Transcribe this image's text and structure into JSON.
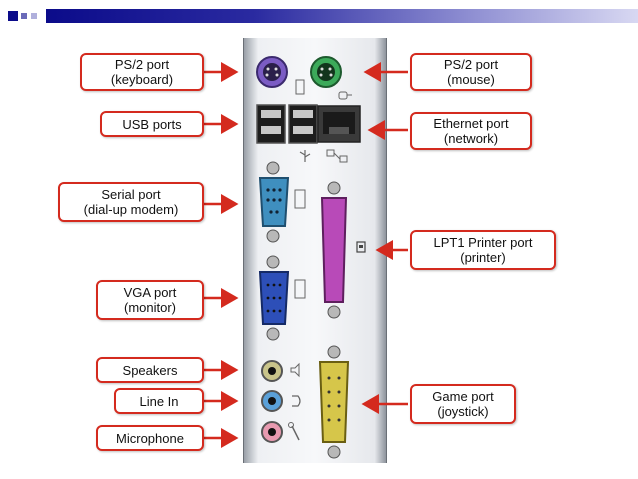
{
  "header": {
    "accent_color": "#0b0b8a"
  },
  "callouts": [
    {
      "id": "ps2-keyboard",
      "lines": [
        "PS/2 port",
        "(keyboard)"
      ]
    },
    {
      "id": "ps2-mouse",
      "lines": [
        "PS/2 port",
        "(mouse)"
      ]
    },
    {
      "id": "usb",
      "lines": [
        "USB ports"
      ]
    },
    {
      "id": "ethernet",
      "lines": [
        "Ethernet port",
        "(network)"
      ]
    },
    {
      "id": "serial",
      "lines": [
        "Serial port",
        "(dial-up modem)"
      ]
    },
    {
      "id": "lpt1",
      "lines": [
        "LPT1 Printer port",
        "(printer)"
      ]
    },
    {
      "id": "vga",
      "lines": [
        "VGA port",
        "(monitor)"
      ]
    },
    {
      "id": "speakers",
      "lines": [
        "Speakers"
      ]
    },
    {
      "id": "line-in",
      "lines": [
        "Line In"
      ]
    },
    {
      "id": "microphone",
      "lines": [
        "Microphone"
      ]
    },
    {
      "id": "game",
      "lines": [
        "Game port",
        "(joystick)"
      ]
    }
  ],
  "colors": {
    "callout_border": "#d42a1e",
    "arrow": "#d42a1e",
    "ps2_keyboard": "#7b5cc4",
    "ps2_mouse": "#3caa5a",
    "serial": "#3f8fbf",
    "vga": "#2d4fb8",
    "lpt": "#b84ab8",
    "game": "#d6c64a"
  }
}
